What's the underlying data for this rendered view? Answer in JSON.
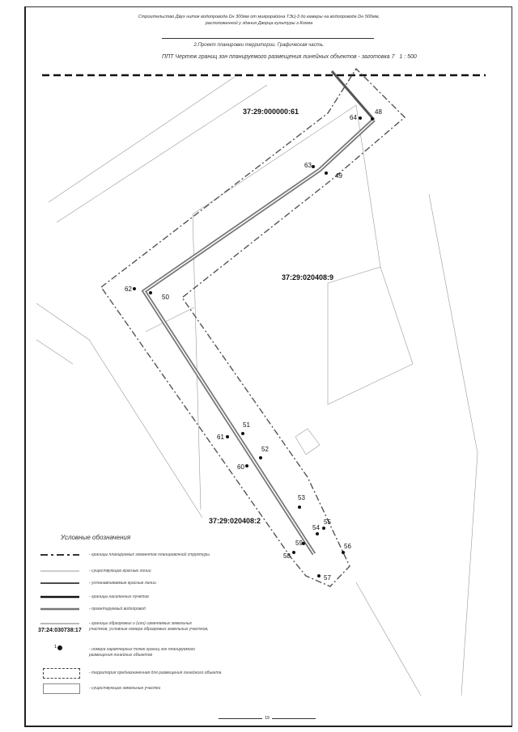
{
  "header": {
    "project_line1": "Строительство Двух ниток водопровода Dн 300мм от микрорайона ТЭЦ-3 до камеры на водопроводе Dн 500мм,",
    "project_line2": "расположенной у здания Дворца культуры г.Кохма",
    "section": "2.Проект планировки территории. Графическая часть.",
    "sheet_title": "ППТ Чертеж границ зон планируемого размещения линейных объектов - заготовка 7",
    "scale": "1 : 500"
  },
  "map": {
    "cadastral_labels": [
      "37:29:000000:61",
      "37:29:020408:9",
      "37:29:020408:2"
    ],
    "point_labels": [
      "48",
      "64",
      "63",
      "49",
      "62",
      "50",
      "51",
      "61",
      "52",
      "60",
      "53",
      "54",
      "55",
      "59",
      "56",
      "58",
      "57"
    ]
  },
  "legend": {
    "title": "Условные обозначения",
    "items": [
      {
        "label": "- границы планируемых элементов планировочной структуры"
      },
      {
        "label": "- существующие красные линии"
      },
      {
        "label": "- устанавливаемые красные линии"
      },
      {
        "label": "- границы населенных пунктов"
      },
      {
        "label": "- проектируемый водопровод"
      },
      {
        "label": "- границы образуемых и (или) изменяемых земельных участков, условные номера образуемых земельных участков,"
      },
      {
        "label": "- номера характерных точек границ зон планируемого размещения линейных объектов"
      },
      {
        "label": "- территория предназначенная для размещения линейного объекта"
      },
      {
        "label": "- существующие земельные участки"
      }
    ],
    "sample_cadastral": "37:24:030738:17",
    "sample_point": "1"
  },
  "footer": {
    "page_number": "19"
  }
}
